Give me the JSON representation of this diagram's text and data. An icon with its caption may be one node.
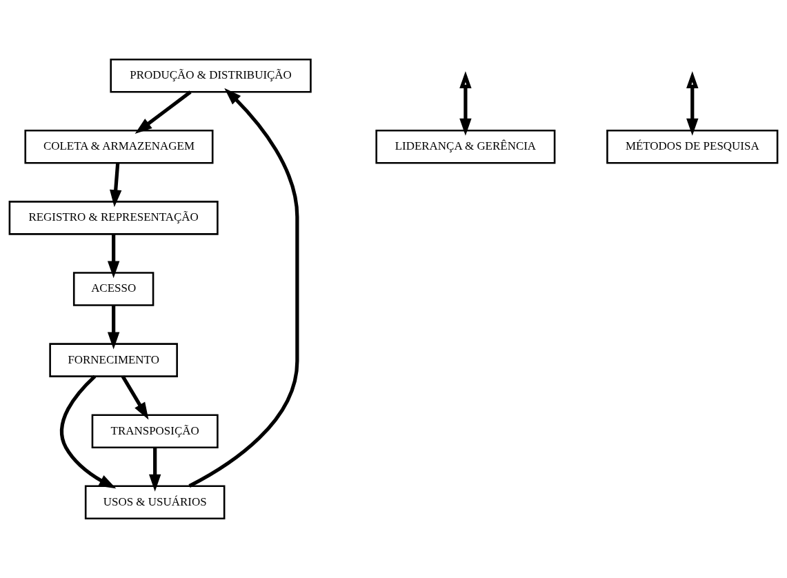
{
  "diagram": {
    "nodes": [
      {
        "text": [
          "PRODUÇÃO & DISTRIBUIÇÃO"
        ]
      },
      {
        "text": [
          "USOS & USUÁRIOS"
        ]
      },
      {
        "text": [
          "COLETA & ARMAZENAGEM"
        ]
      },
      {
        "text": [
          "TRANSPOSIÇÃO"
        ]
      },
      {
        "text": [
          "FORNECIMENTO"
        ]
      },
      {
        "text": [
          "REGISTRO & REPRESENTAÇÃO"
        ]
      },
      {
        "text": [
          "ACESSO"
        ]
      },
      {
        "text": [
          "LIDERANÇA & GERÊNCIA"
        ]
      },
      {
        "text": [
          "MÉTODOS DE PESQUISA"
        ]
      }
    ],
    "edges": [
      {
        "from": 1,
        "to": 0,
        "arrow": "to"
      },
      {
        "from": 0,
        "to": 2,
        "arrow": "to"
      },
      {
        "from": 2,
        "to": 5,
        "arrow": "to"
      },
      {
        "from": 5,
        "to": 6,
        "arrow": "to"
      },
      {
        "from": 6,
        "to": 4,
        "arrow": "to"
      },
      {
        "from": 4,
        "to": 3,
        "arrow": "to"
      },
      {
        "from": 3,
        "to": 1,
        "arrow": "to"
      },
      {
        "from": 4,
        "to": 1,
        "arrow": "to"
      },
      {
        "from": null,
        "to": 7,
        "arrow": "both"
      },
      {
        "from": null,
        "to": 8,
        "arrow": "both"
      }
    ]
  }
}
